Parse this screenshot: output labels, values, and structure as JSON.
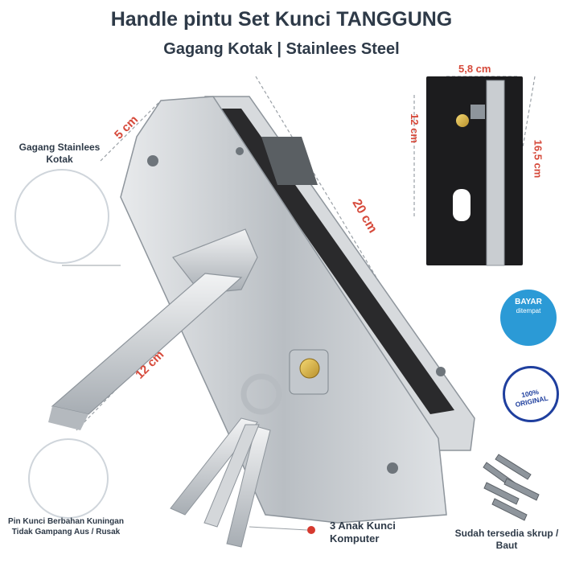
{
  "title": "Handle pintu Set Kunci TANGGUNG",
  "subtitle": "Gagang Kotak | Stainlees Steel",
  "dimensions": {
    "handle_width": "5 cm",
    "plate_length": "20 cm",
    "handle_length": "12 cm",
    "lockbody_width": "5,8 cm",
    "lockbody_height": "12 cm",
    "lockbody_total": "16,5 cm"
  },
  "callouts": {
    "gagang": "Gagang Stainlees Kotak",
    "pin": "Pin Kunci Berbahan Kuningan Tidak Gampang Aus / Rusak",
    "keys": "3 Anak Kunci Komputer",
    "skrup": "Sudah tersedia skrup / Baut"
  },
  "badges": {
    "bayar_title": "BAYAR",
    "bayar_sub": "ditempat",
    "original": "100% ORIGINAL"
  },
  "colors": {
    "title": "#2e3a48",
    "dimension": "#d64a3b",
    "steel": "#c9cdd1",
    "lockbody": "#1c1c1e",
    "bayar_badge": "#2b9ad6",
    "original_badge": "#1f3f9e",
    "dot": "#d63a2f"
  }
}
